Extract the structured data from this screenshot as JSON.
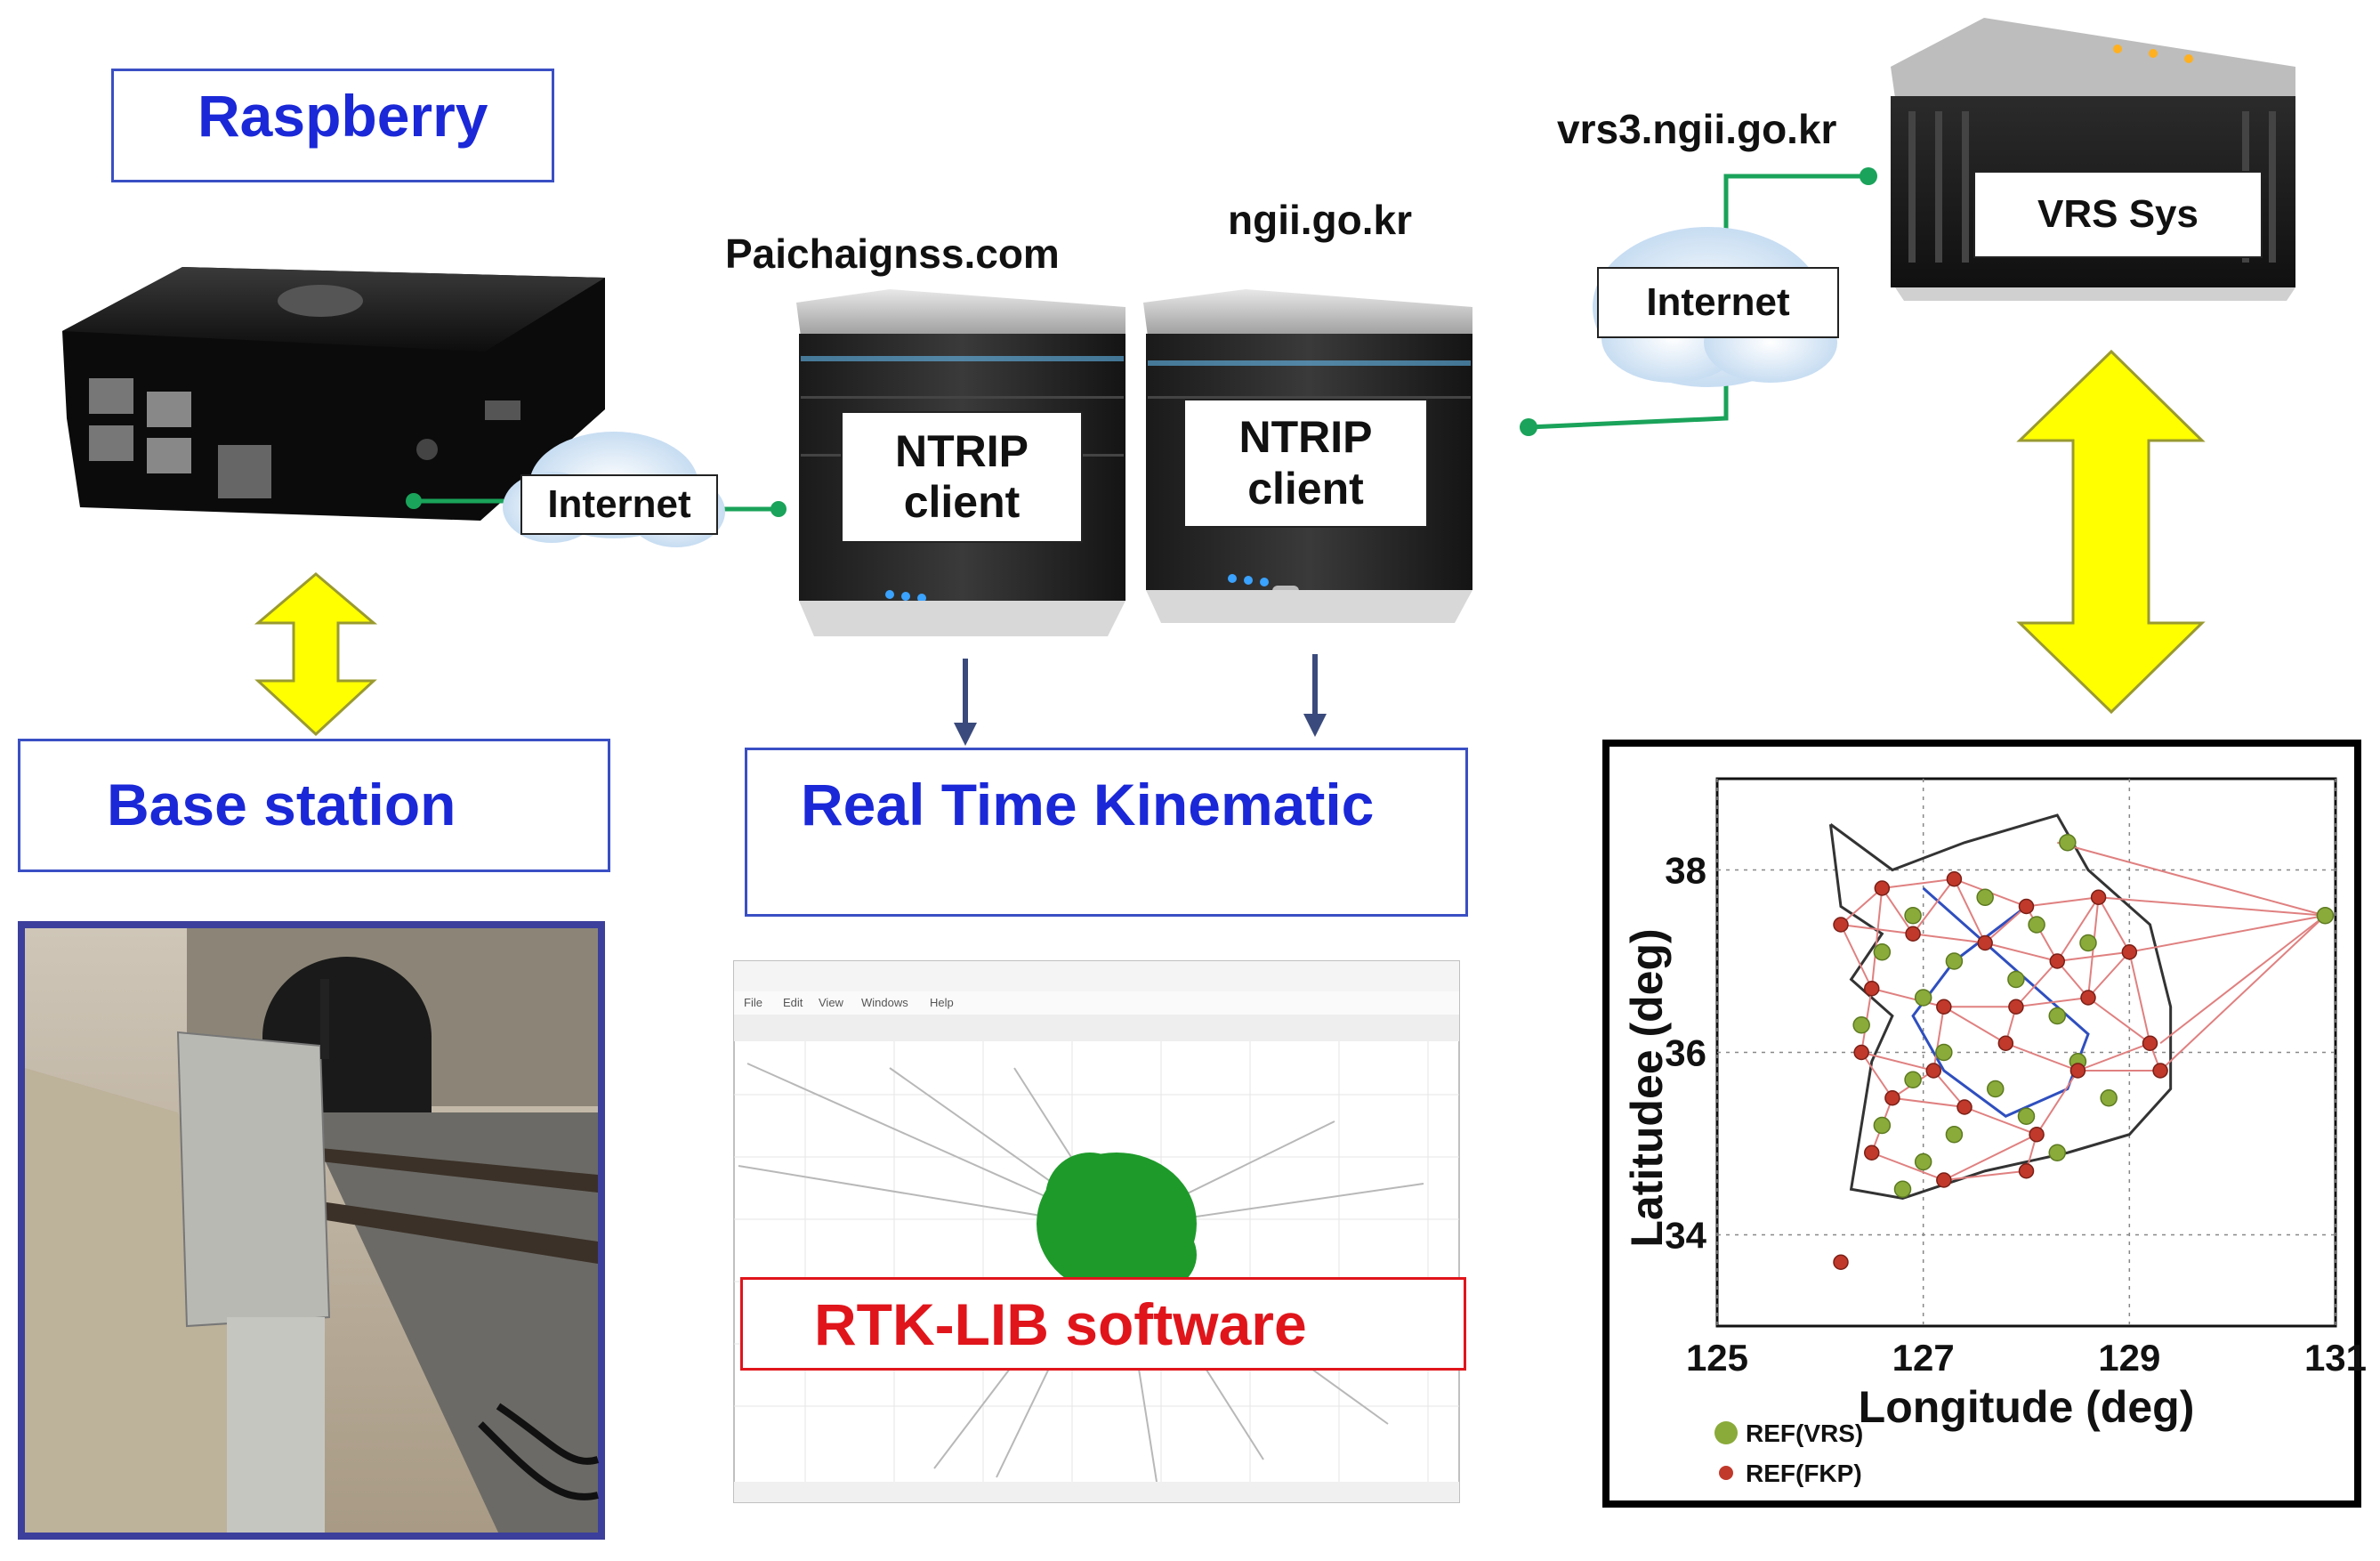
{
  "titles": {
    "raspberry": "Raspberry",
    "base_station": "Base station",
    "rtk": "Real Time Kinematic",
    "rtklib": "RTK-LIB software"
  },
  "hosts": {
    "paichai": "Paichaignss.com",
    "ngii": "ngii.go.kr",
    "vrs3": "vrs3.ngii.go.kr"
  },
  "labels": {
    "internet_left": "Internet",
    "internet_right": "Internet",
    "ntrip1": "NTRIP\nclient",
    "ntrip2": "NTRIP\nclient",
    "vrs_sys": "VRS Sys"
  },
  "rtklib_window": {
    "menu": [
      "File",
      "Edit",
      "View",
      "Windows",
      "Help"
    ]
  },
  "colors": {
    "title_blue": "#1a28d8",
    "box_border_blue": "#3a4fc4",
    "rtklib_red": "#e0151b",
    "connector_green": "#1aa35a",
    "arrow_yellow": "#ffff00",
    "vrs_dot": "#8aaa3a",
    "fkp_dot": "#c0392b"
  },
  "chart_data": {
    "type": "scatter",
    "xlabel": "Longitude (deg)",
    "ylabel": "Latitudee (deg)",
    "xlim": [
      125,
      131
    ],
    "ylim": [
      33,
      39
    ],
    "xticks": [
      "125",
      "127",
      "129",
      "131"
    ],
    "yticks": [
      "38",
      "36",
      "34"
    ],
    "grid": true,
    "legend_placement": "bottom-left",
    "series": [
      {
        "name": "REF(VRS)",
        "color": "#8aaa3a",
        "x": [
          126.9,
          127.6,
          128.1,
          126.6,
          127.3,
          128.6,
          127.0,
          127.9,
          126.4,
          128.3,
          127.2,
          126.9,
          127.7,
          128.5,
          126.6,
          127.3,
          128.0,
          127.0,
          128.8,
          126.8,
          128.3,
          128.4,
          130.9
        ],
        "y": [
          37.5,
          37.7,
          37.4,
          37.1,
          37.0,
          37.2,
          36.6,
          36.8,
          36.3,
          36.4,
          36.0,
          35.7,
          35.6,
          35.9,
          35.2,
          35.1,
          35.3,
          34.8,
          35.5,
          34.5,
          34.9,
          38.3,
          37.5
        ]
      },
      {
        "name": "REF(FKP)",
        "color": "#c0392b",
        "x": [
          126.6,
          127.3,
          128.0,
          128.7,
          126.2,
          126.9,
          127.6,
          128.3,
          129.0,
          126.5,
          127.2,
          127.9,
          128.6,
          129.2,
          126.4,
          127.1,
          127.8,
          128.5,
          129.3,
          126.7,
          127.4,
          128.1,
          126.5,
          127.2,
          128.0,
          126.2
        ],
        "y": [
          37.8,
          37.9,
          37.6,
          37.7,
          37.4,
          37.3,
          37.2,
          37.0,
          37.1,
          36.7,
          36.5,
          36.5,
          36.6,
          36.1,
          36.0,
          35.8,
          36.1,
          35.8,
          35.8,
          35.5,
          35.4,
          35.1,
          34.9,
          34.6,
          34.7,
          33.7
        ]
      }
    ]
  }
}
